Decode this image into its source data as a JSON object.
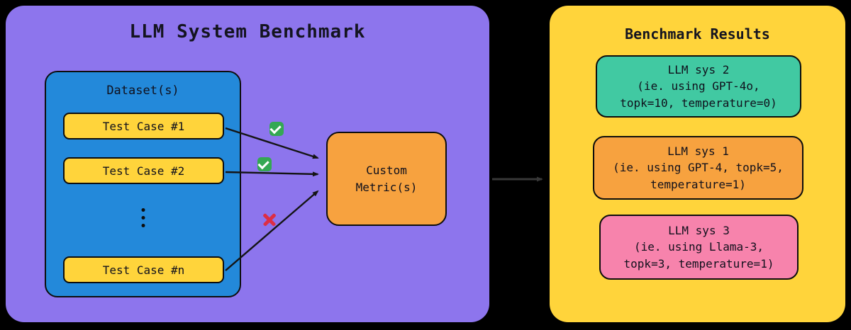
{
  "left_panel": {
    "title": "LLM System Benchmark",
    "dataset": {
      "title": "Dataset(s)",
      "test_cases": [
        {
          "label": "Test Case #1"
        },
        {
          "label": "Test Case #2"
        },
        {
          "label": "Test Case #n"
        }
      ],
      "ellipsis_icon": "vertical-ellipsis"
    },
    "metric": {
      "label": "Custom\nMetric(s)"
    },
    "marks": {
      "pass_icon": "green-check",
      "fail_icon": "red-cross"
    }
  },
  "right_panel": {
    "title": "Benchmark Results",
    "results": [
      {
        "text": "LLM sys 2\n(ie. using GPT-4o,\ntopk=10, temperature=0)",
        "color": "#41c9a2"
      },
      {
        "text": "LLM sys 1\n(ie. using GPT-4, topk=5,\ntemperature=1)",
        "color": "#f7a23f"
      },
      {
        "text": "LLM sys 3\n(ie. using Llama-3,\ntopk=3, temperature=1)",
        "color": "#f783ac"
      }
    ]
  },
  "colors": {
    "background": "#000000",
    "panel_purple": "#8d75ed",
    "panel_yellow": "#ffd43b",
    "dataset_blue": "#2389da",
    "test_case_yellow": "#ffd43b",
    "metric_orange": "#f7a23f",
    "result_teal": "#41c9a2",
    "result_orange": "#f7a23f",
    "result_pink": "#f783ac",
    "arrow_dark": "#141414",
    "connector_gray": "#383838",
    "check_green": "#34a853",
    "cross_red": "#dd2e44"
  }
}
